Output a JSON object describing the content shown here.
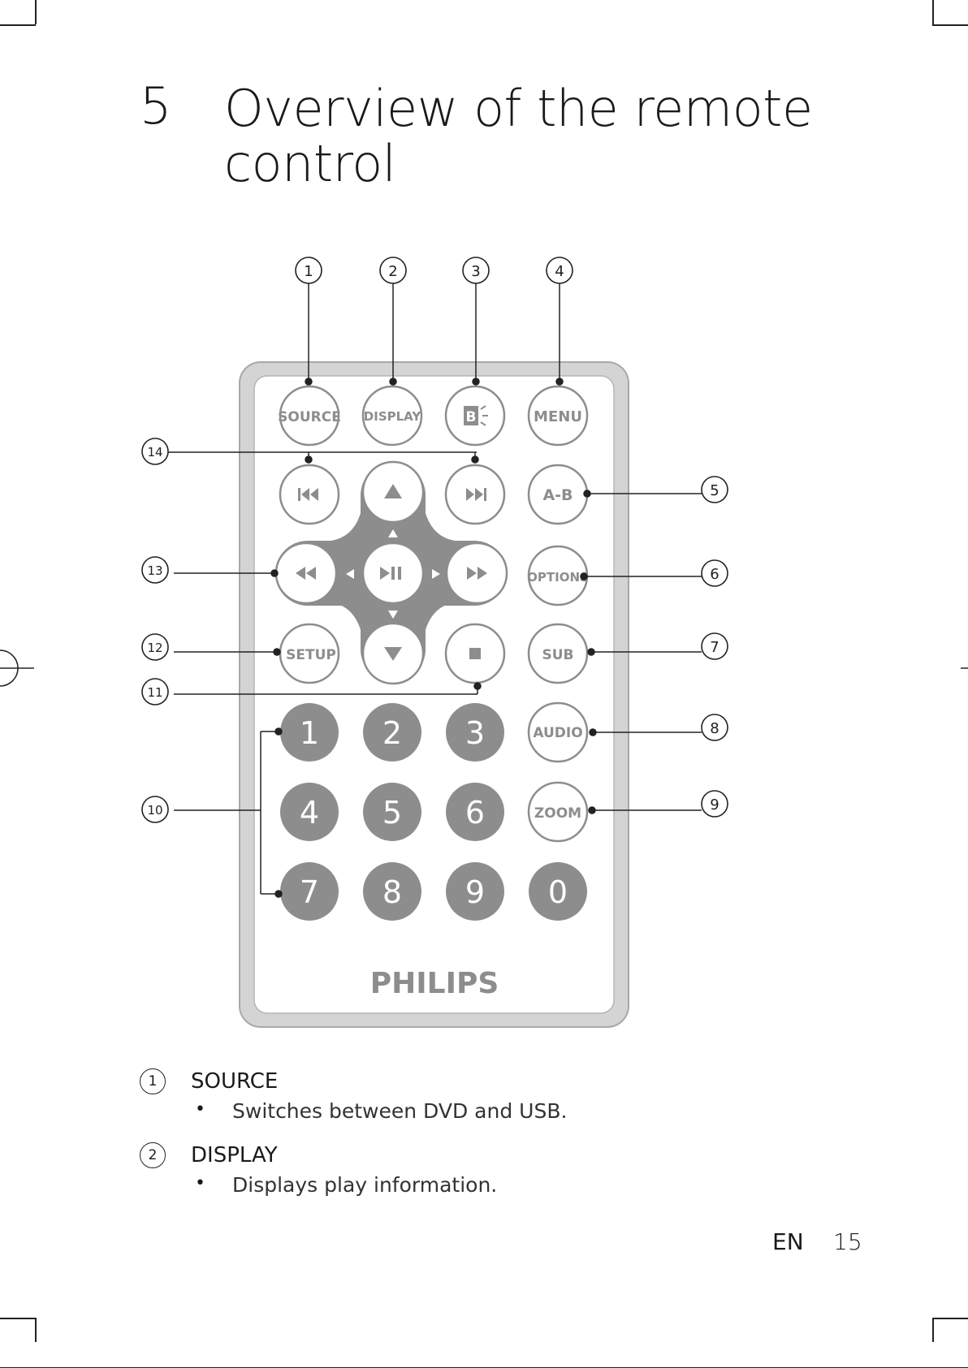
{
  "chapter": {
    "number": "5",
    "title_line1": "Overview of the remote",
    "title_line2": "control"
  },
  "callouts": [
    "1",
    "2",
    "3",
    "4",
    "5",
    "6",
    "7",
    "8",
    "9",
    "10",
    "11",
    "12",
    "13",
    "14"
  ],
  "remote": {
    "brand": "PHILIPS",
    "top_row": [
      "SOURCE",
      "DISPLAY",
      "",
      "MENU"
    ],
    "right_column": [
      "A-B",
      "OPTIONS",
      "SUB",
      "AUDIO",
      "ZOOM"
    ],
    "setup_label": "SETUP",
    "digits": [
      "1",
      "2",
      "3",
      "4",
      "5",
      "6",
      "7",
      "8",
      "9",
      "0"
    ]
  },
  "legend": [
    {
      "num": "1",
      "label": "SOURCE",
      "bullet": "•",
      "desc": "Switches between DVD and USB."
    },
    {
      "num": "2",
      "label": "DISPLAY",
      "bullet": "•",
      "desc": "Displays play information."
    }
  ],
  "footer": {
    "lang": "EN",
    "page": "15"
  }
}
